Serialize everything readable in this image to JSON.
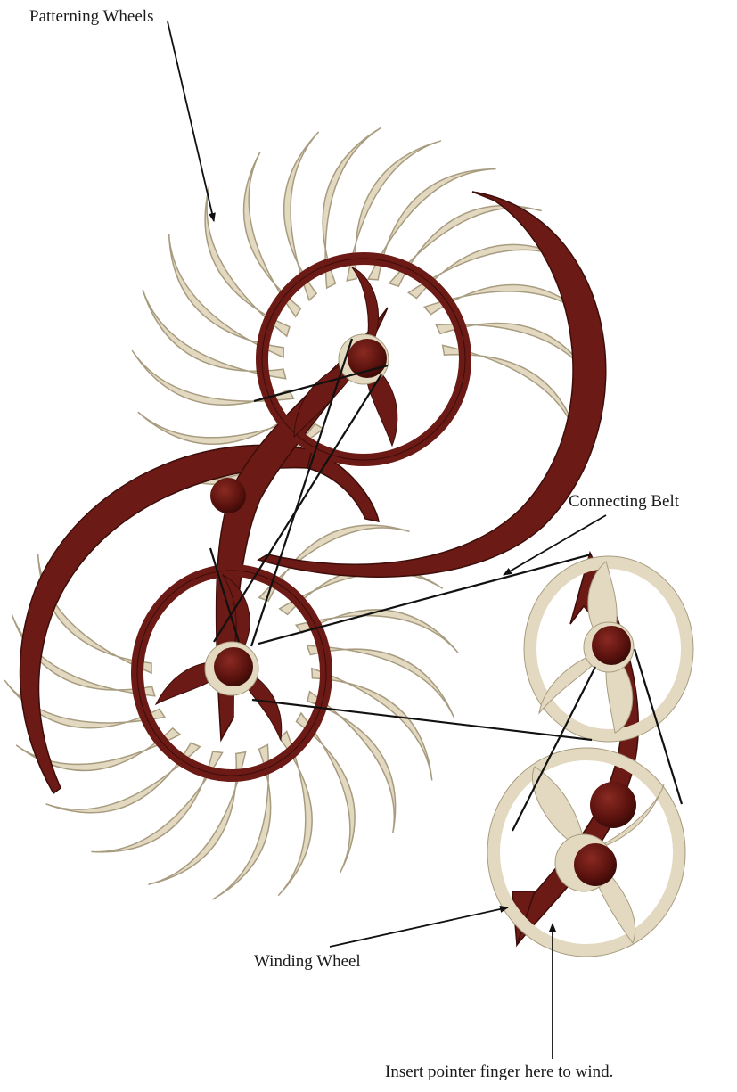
{
  "labels": {
    "patterning_wheels": "Patterning Wheels",
    "connecting_belt": "Connecting Belt",
    "winding_wheel": "Winding Wheel",
    "insert_pointer": "Insert pointer finger here to wind."
  },
  "colors": {
    "maroon": "#6b1a15",
    "maroon_edge": "#3d0d0a",
    "cream": "#e3d9c0",
    "cream_edge": "#a89c80",
    "hub": "#5a120e",
    "hub_highlight": "#8a2a22",
    "belt": "#111111",
    "arrow": "#111111"
  }
}
